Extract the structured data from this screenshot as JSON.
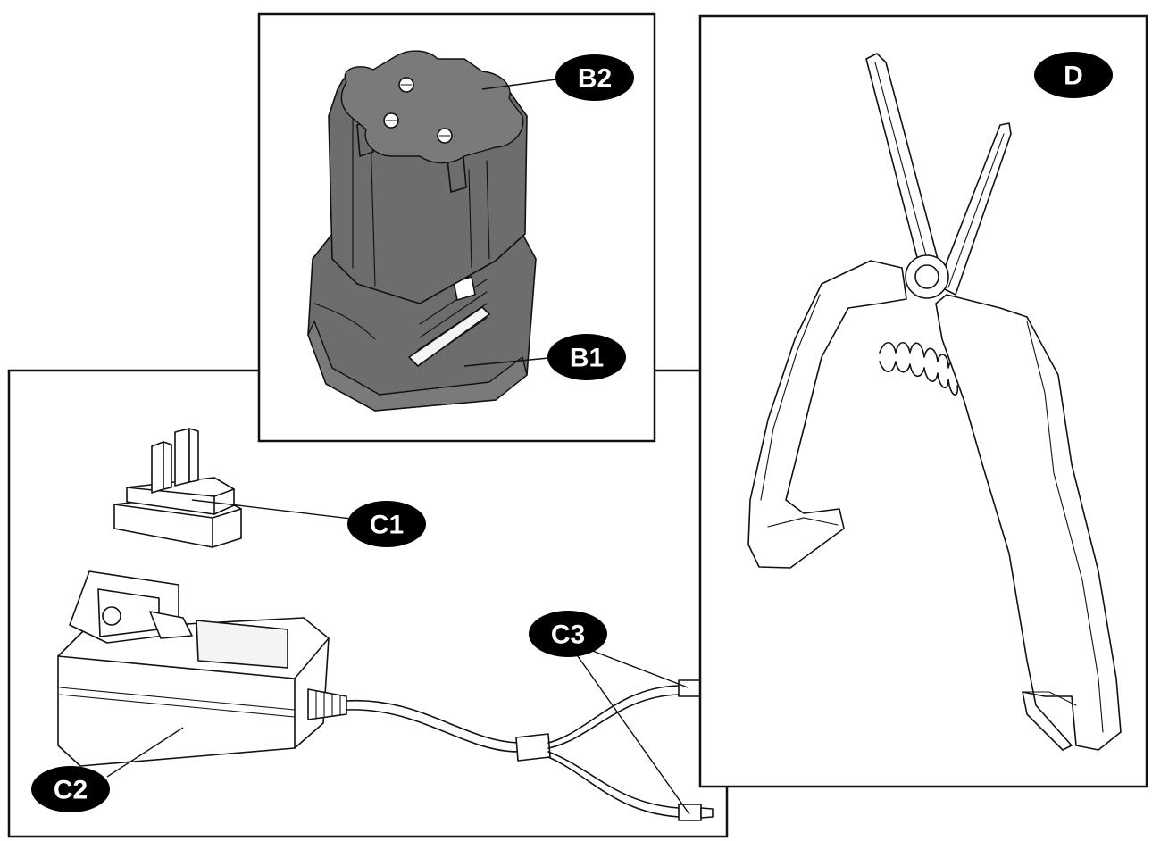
{
  "labels": {
    "b1": "B1",
    "b2": "B2",
    "c1": "C1",
    "c2": "C2",
    "c3": "C3",
    "d": "D"
  },
  "colors": {
    "line": "#111111",
    "badge_fill": "#000000",
    "badge_text": "#ffffff",
    "battery_grey": "#6d6d6d",
    "background": "#ffffff"
  }
}
